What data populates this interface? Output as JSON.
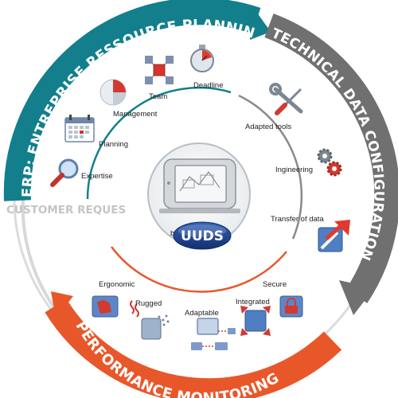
{
  "segments": {
    "erp": {
      "title": "ERP: ENTREPRISE RESSOURCE PLANNING",
      "color": "#137f8c",
      "items": {
        "deadline": "Deadline",
        "team": "Team",
        "management": "Management",
        "planning": "Planning",
        "expertise": "Expertise"
      }
    },
    "technical": {
      "title": "TECHNICAL DATA CONFIGURATION",
      "color": "#6f6f6f",
      "items": {
        "adapted_tools": "Adapted tools",
        "engineering": "Ingineering",
        "transfer": "Transfer of data"
      }
    },
    "customer": {
      "title": "CUSTOMER REQUEST",
      "color": "#c8c8c8"
    },
    "performance": {
      "title": "PERFORMANCE MONITORING",
      "color": "#e8572a",
      "items": {
        "ergonomic": "Ergonomic",
        "rugged": "Rugged",
        "adaptable": "Adaptable",
        "integrated": "Integrated",
        "secure": "Secure"
      }
    }
  },
  "center": {
    "by_text": "by",
    "logo_text": "UUDS",
    "logo_color": "#1c3f8f"
  },
  "icons": [
    "stopwatch-icon",
    "team-cubes-icon",
    "pie-chart-icon",
    "calendar-icon",
    "magnifier-icon",
    "wrench-screwdriver-icon",
    "gears-icon",
    "transfer-arrow-icon",
    "tablet-hand-icon",
    "rugged-tablet-icon",
    "devices-network-icon",
    "integrated-tablet-icon",
    "lock-tablet-icon",
    "rugged-tablet-device-icon"
  ]
}
